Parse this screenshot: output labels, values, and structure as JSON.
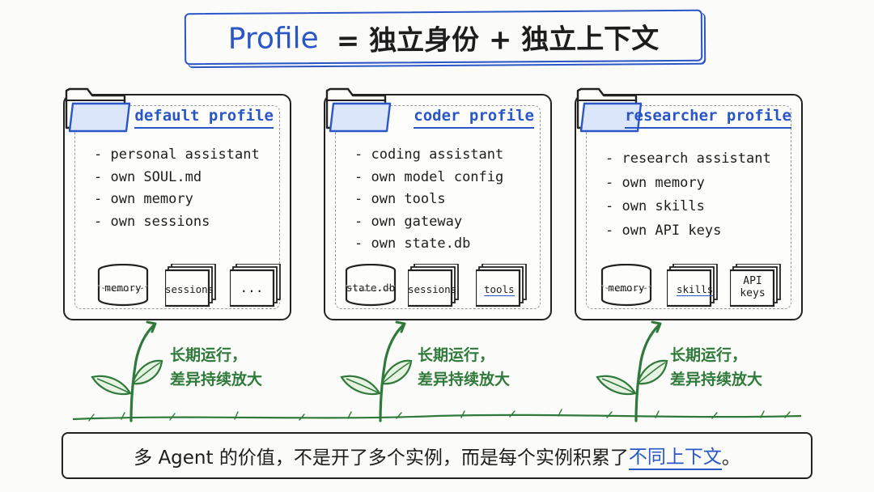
{
  "title": {
    "prefix": "Profile",
    "rest": "= 独立身份 + 独立上下文"
  },
  "profiles": [
    {
      "name": "default profile",
      "items": [
        "personal assistant",
        "own SOUL.md",
        "own memory",
        "own sessions"
      ],
      "stores": [
        "memory",
        "sessions",
        "..."
      ]
    },
    {
      "name": "coder profile",
      "items": [
        "coding assistant",
        "own model config",
        "own tools",
        "own gateway",
        "own state.db"
      ],
      "stores": [
        "state.db",
        "sessions",
        "tools"
      ]
    },
    {
      "name": "researcher profile",
      "items": [
        "research assistant",
        "own memory",
        "own skills",
        "own API keys"
      ],
      "stores": [
        "memory",
        "skills",
        "API keys"
      ]
    }
  ],
  "growth": {
    "line1": "长期运行，",
    "line2": "差异持续放大"
  },
  "summary": {
    "prefix": "多 Agent 的价值，不是开了多个实例，而是每个实例积累了",
    "highlight": "不同上下文",
    "suffix": "。"
  },
  "colors": {
    "accent": "#2a56c6",
    "ink": "#1d1d1d",
    "plant": "#2f7a3a"
  },
  "icons": [
    "folder-icon",
    "database-icon",
    "document-stack-icon",
    "sprout-icon"
  ]
}
